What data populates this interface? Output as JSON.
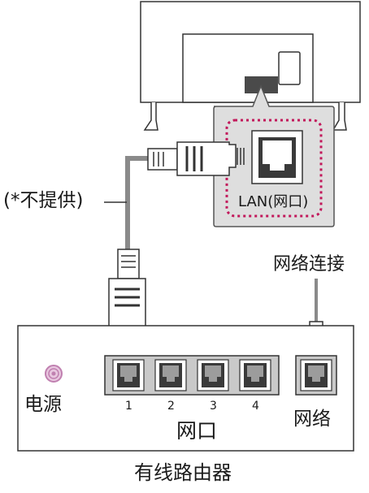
{
  "tv": {
    "lan_port_label": "LAN(网口)"
  },
  "cable": {
    "note": "(*不提供)"
  },
  "wall_connection": {
    "label": "网络连接"
  },
  "router": {
    "power_label": "电源",
    "ports": [
      {
        "number": "1"
      },
      {
        "number": "2"
      },
      {
        "number": "3"
      },
      {
        "number": "4"
      }
    ],
    "ports_group_label": "网口",
    "wan_label": "网络",
    "caption": "有线路由器"
  },
  "colors": {
    "outline": "#222222",
    "cable": "#8a8a8a",
    "callout_fill": "#dedede",
    "dotted_border": "#c2185b",
    "power_icon": "#c080b0",
    "port_fill": "#9c9c9c"
  }
}
